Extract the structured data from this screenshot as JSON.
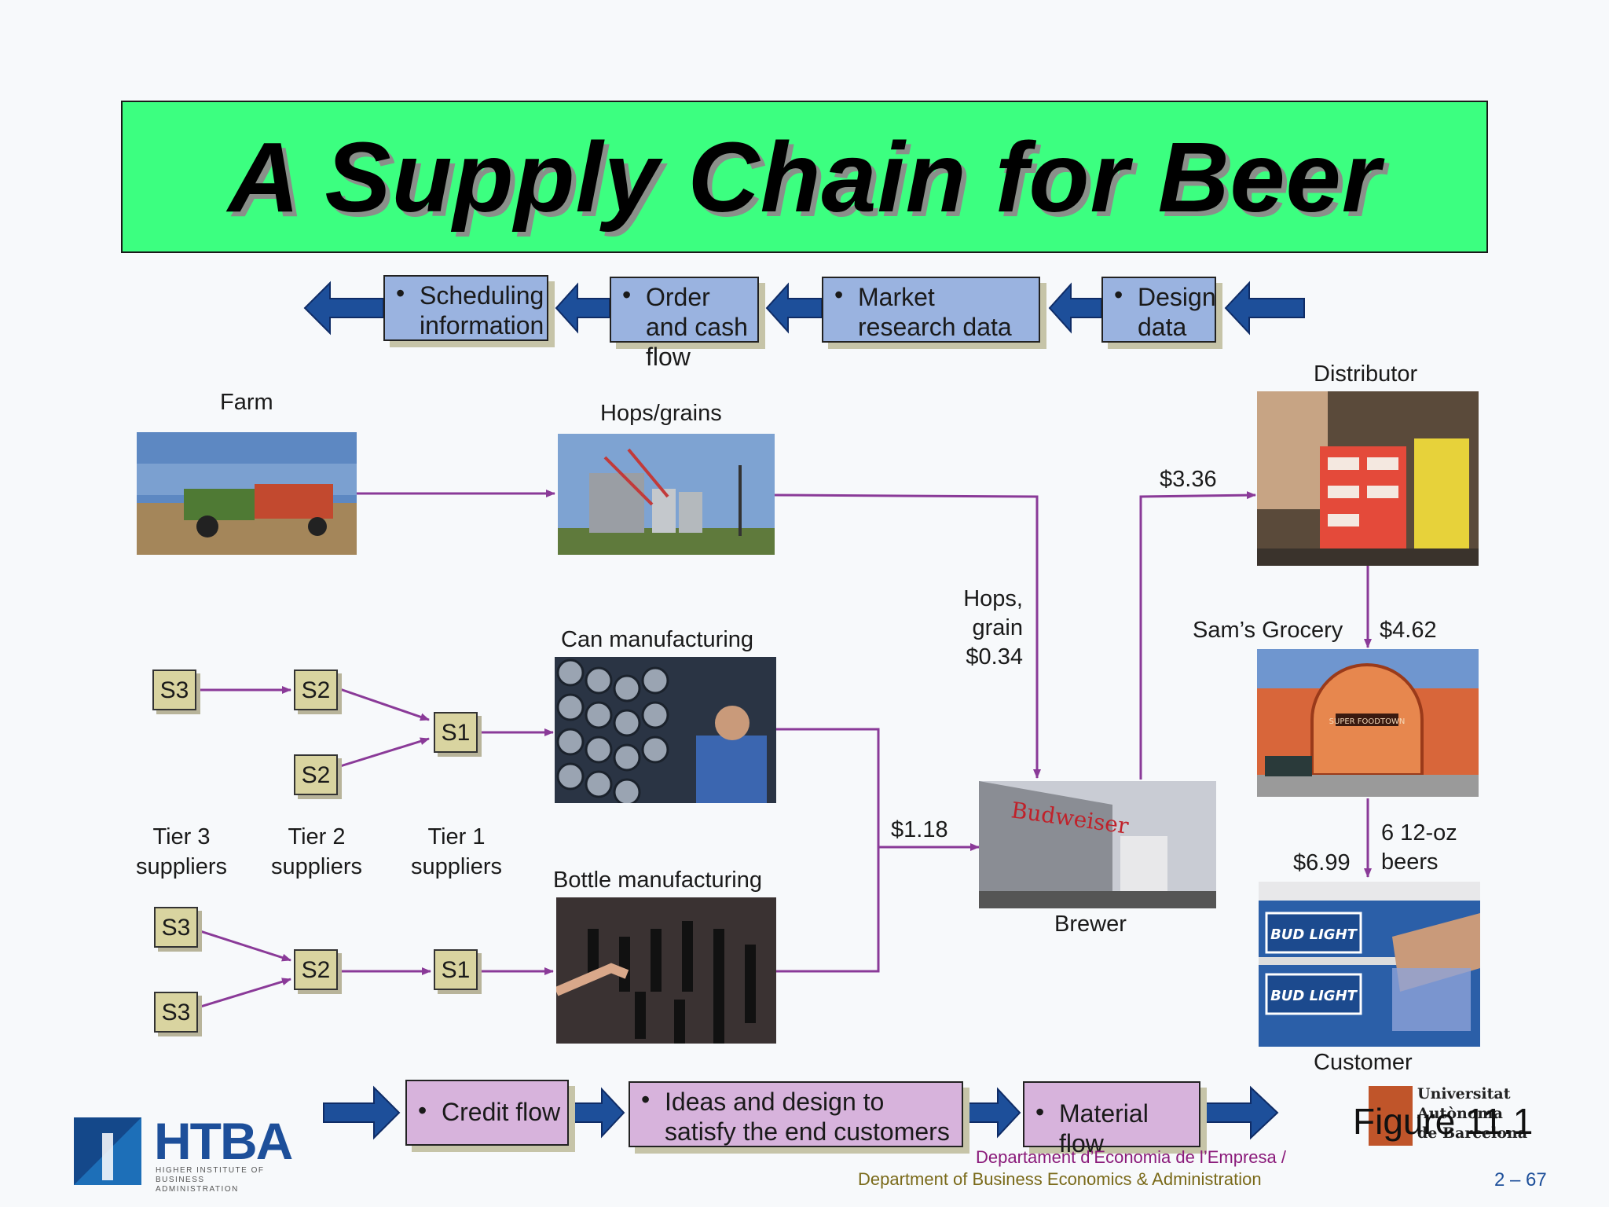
{
  "title": "A Supply Chain for Beer",
  "top_flows": [
    {
      "label": "Scheduling information"
    },
    {
      "label": "Order and cash flow"
    },
    {
      "label": "Market research data"
    },
    {
      "label": "Design data"
    }
  ],
  "bottom_flows": [
    {
      "label": "Credit flow"
    },
    {
      "label": "Ideas and design to satisfy the end customers"
    },
    {
      "label": "Material flow"
    }
  ],
  "bullet": "•",
  "labels": {
    "farm": "Farm",
    "hops_grains": "Hops/grains",
    "can_manufacturing": "Can manufacturing",
    "bottle_manufacturing": "Bottle manufacturing",
    "brewer": "Brewer",
    "distributor": "Distributor",
    "sams_grocery": "Sam’s Grocery",
    "customer": "Customer",
    "hops_grain_price": [
      "Hops,",
      "grain",
      "$0.34"
    ],
    "price_118": "$1.18",
    "price_336": "$3.36",
    "price_462": "$4.62",
    "price_699": "$6.99",
    "six_pack": [
      "6 12-oz",
      "beers"
    ],
    "tier3": [
      "Tier 3",
      "suppliers"
    ],
    "tier2": [
      "Tier 2",
      "suppliers"
    ],
    "tier1": [
      "Tier 1",
      "suppliers"
    ]
  },
  "nodes": {
    "s3_top": "S3",
    "s2_top": "S2",
    "s2_mid": "S2",
    "s1_top": "S1",
    "s3_b1": "S3",
    "s3_b2": "S3",
    "s2_bot": "S2",
    "s1_bot": "S1"
  },
  "photo_text": {
    "brewer_sign": "Budweiser",
    "grocery_sign": "SUPER FOODTOWN",
    "bud_light_1": "BUD LIGHT",
    "bud_light_2": "BUD LIGHT"
  },
  "footer": {
    "logo_text": "HTBA",
    "logo_sub": "HIGHER INSTITUTE OF BUSINESS ADMINISTRATION",
    "figure": "Figure 11.1",
    "university": [
      "Universitat",
      "Autònoma",
      "de Barcelona"
    ],
    "dept_catalan": "Departament d’Economia de l’Empresa /",
    "dept_english": "Department of Business Economics & Administration",
    "page": "2 – 67"
  },
  "colors": {
    "title_bg": "#3cff80",
    "flow_arrow": "#1d4f9a",
    "connector": "#8a3a98",
    "blue_box": "#9ab3e0",
    "pink_box": "#d7b3dc",
    "node_bg": "#d9d4a0"
  }
}
